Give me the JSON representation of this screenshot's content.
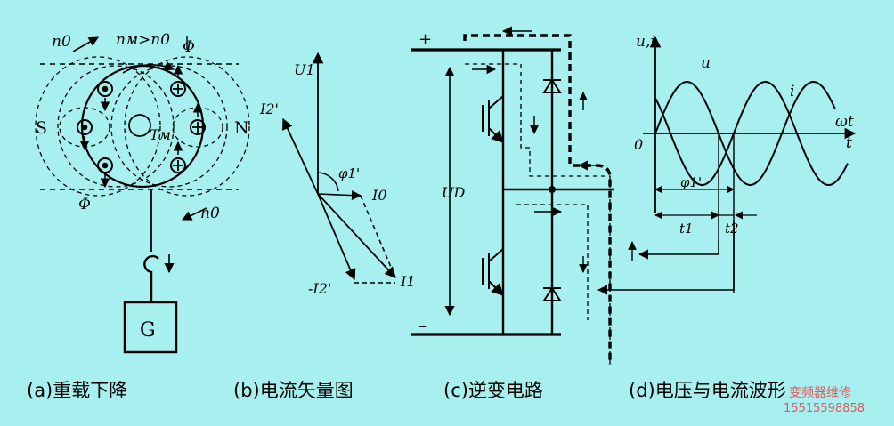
{
  "captions": {
    "a": "(a)重载下降",
    "b": "(b)电流矢量图",
    "c": "(c)逆变电路",
    "d": "(d)电压与电流波形"
  },
  "panel_a": {
    "n0_top": "n0",
    "nm_gt_n0": "nм>n0",
    "phi_top": "Φ",
    "phi_bottom": "Φ",
    "s_label": "S",
    "n_label": "N",
    "tm_label": "Tм",
    "n0_bottom": "n0",
    "g_label": "G"
  },
  "panel_b": {
    "u1": "U1",
    "i2p": "I2'",
    "phi1p": "φ1'",
    "i0": "I0",
    "minus_i2p": "-I2'",
    "i1": "I1"
  },
  "panel_c": {
    "plus": "+",
    "minus": "–",
    "ud": "UD"
  },
  "panel_d": {
    "u_i_axis": "u,i",
    "u_curve": "u",
    "i_curve": "i",
    "omega_t": "ωt",
    "t_axis": "t",
    "origin": "0",
    "phi1p": "φ1'",
    "t1": "t1",
    "t2": "t2"
  },
  "watermark": {
    "line1": "变频器维修",
    "line2": "15515598858"
  },
  "colors": {
    "background": "#a8f0f0",
    "ink": "#000000",
    "watermark": "#e05a5a"
  }
}
